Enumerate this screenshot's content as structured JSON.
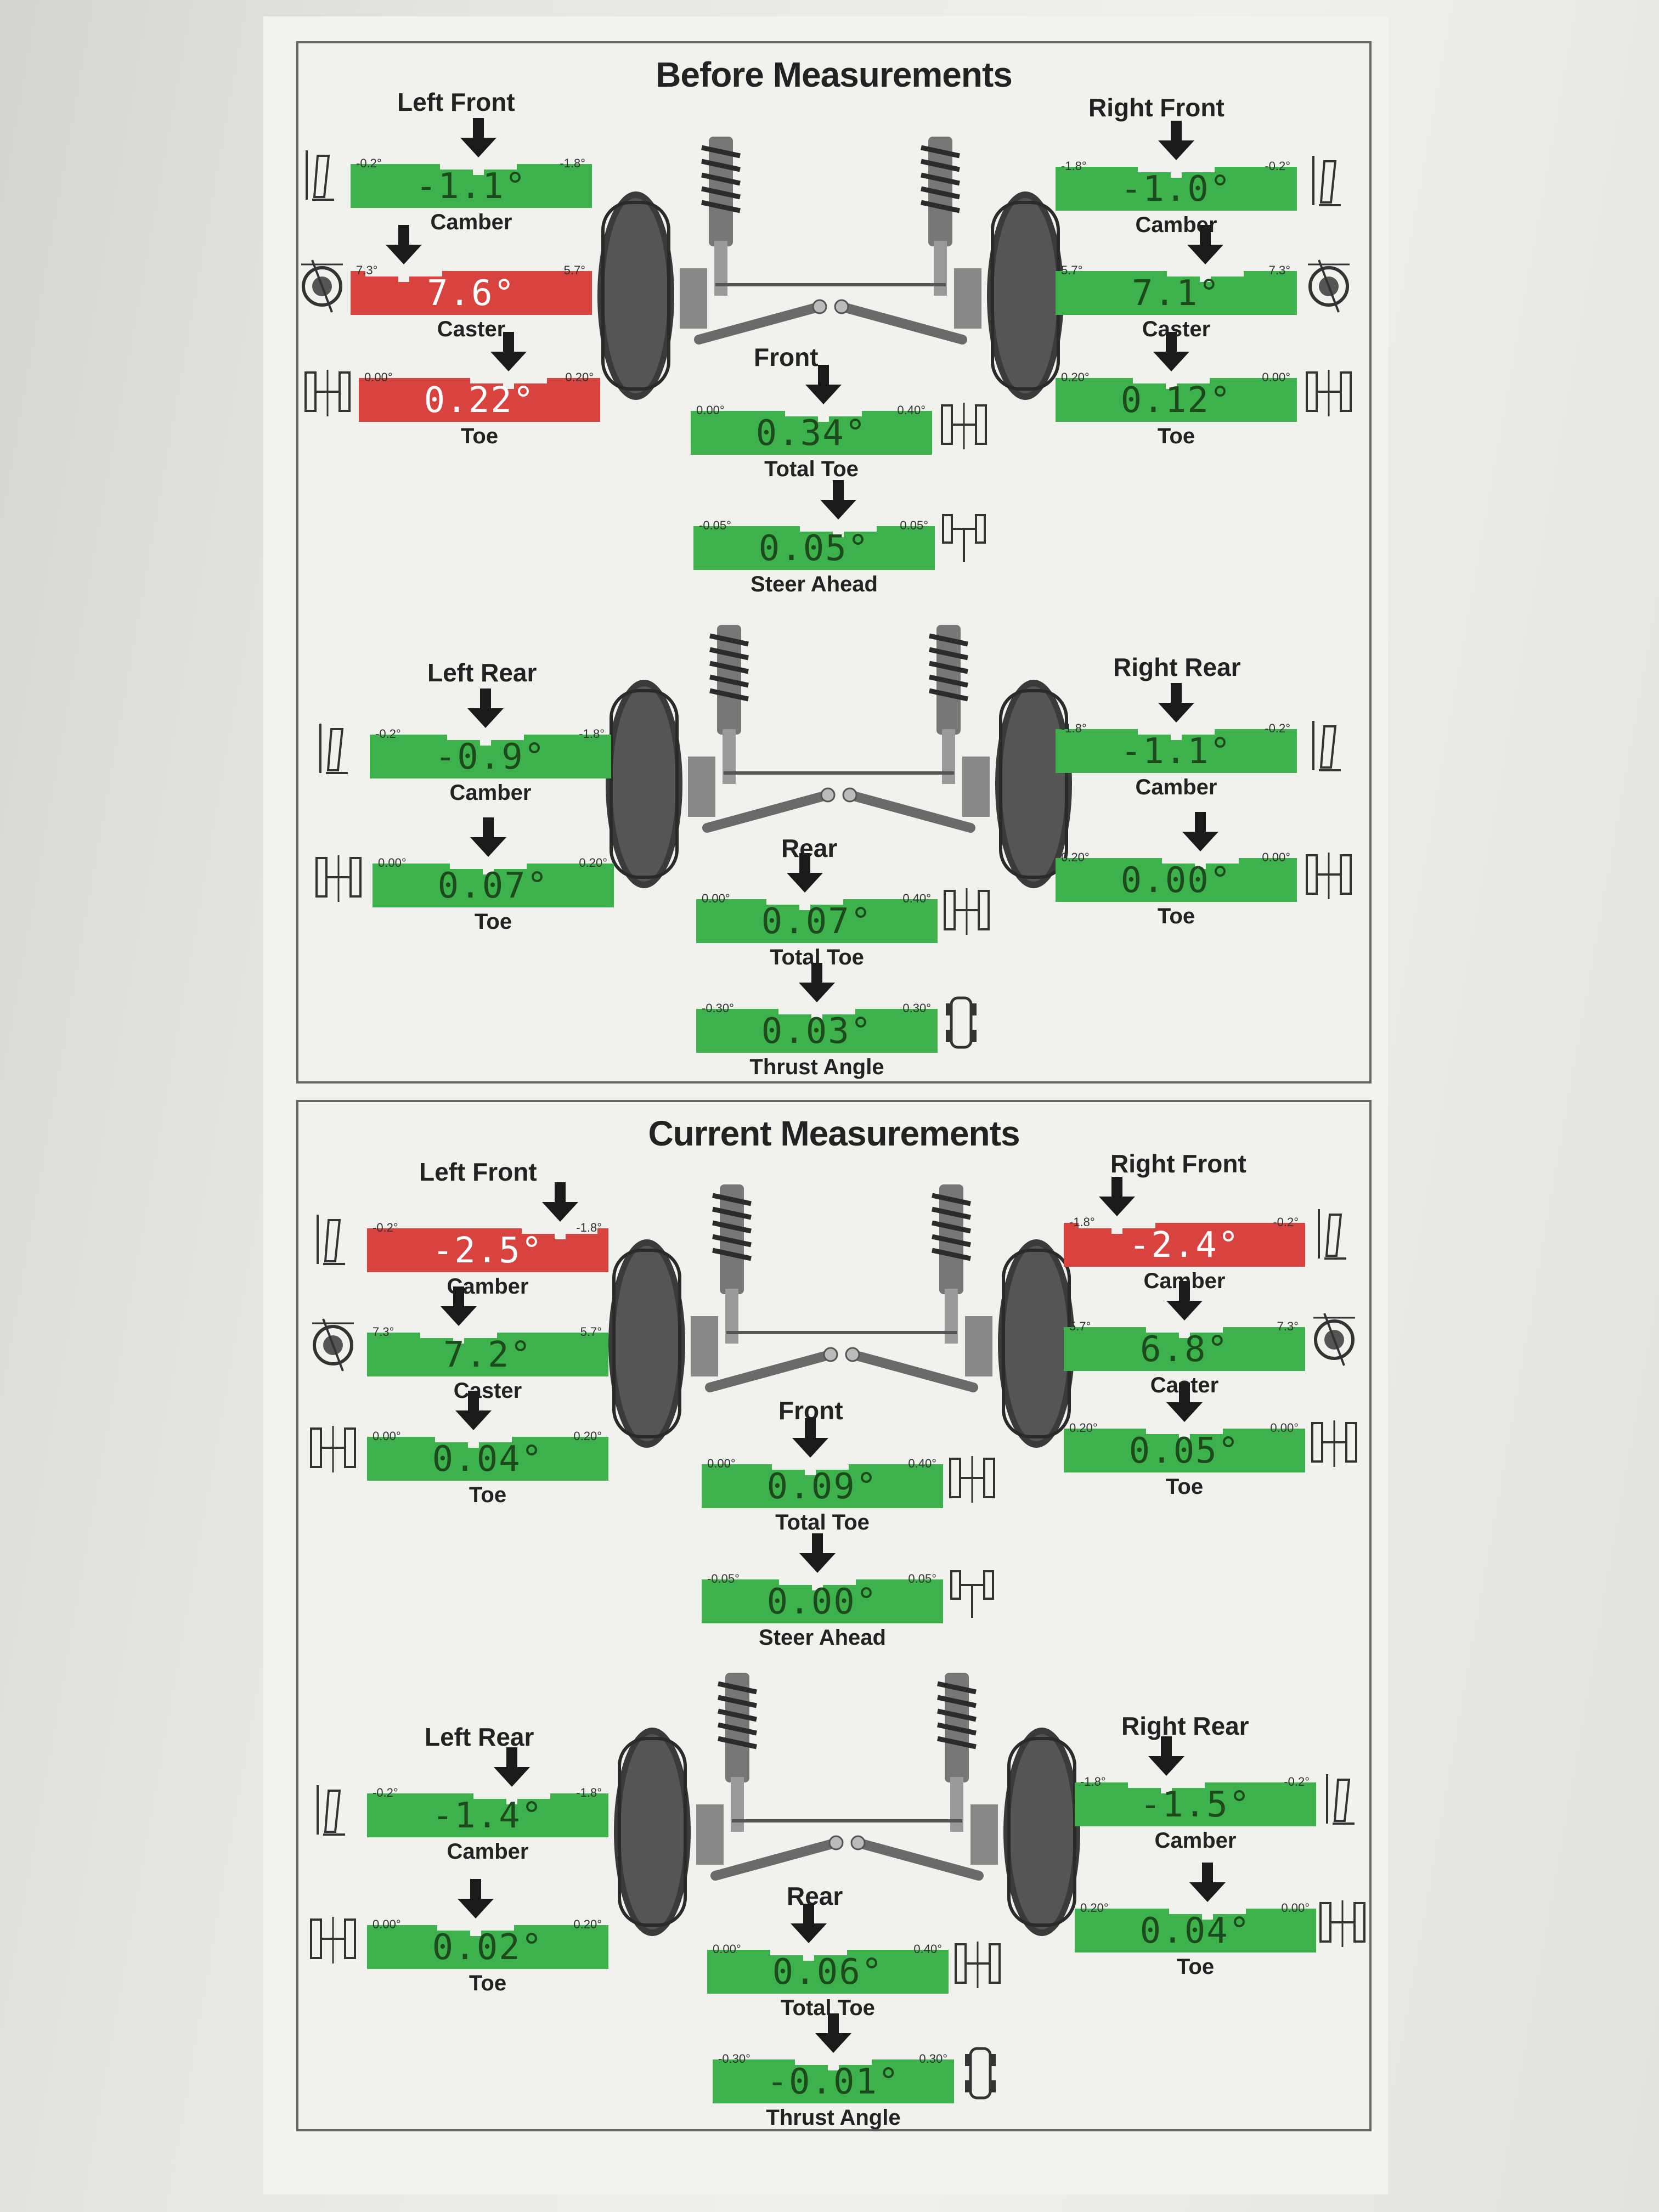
{
  "colors": {
    "ok": "#3db24c",
    "out": "#d9433f",
    "dark": "#1d4a1d"
  },
  "before": {
    "title": "Before Measurements",
    "left_front_label": "Left Front",
    "right_front_label": "Right Front",
    "front_label": "Front",
    "left_rear_label": "Left Rear",
    "right_rear_label": "Right Rear",
    "rear_label": "Rear",
    "gauges": {
      "lf_camber": {
        "min": "-0.2°",
        "max": "-1.8°",
        "value": "-1.1°",
        "caption": "Camber",
        "status": "ok",
        "pointer": 0.53
      },
      "lf_caster": {
        "min": "7.3°",
        "max": "5.7°",
        "value": "7.6°",
        "caption": "Caster",
        "status": "out",
        "pointer": 0.22
      },
      "lf_toe": {
        "min": "0.00°",
        "max": "0.20°",
        "value": "0.22°",
        "caption": "Toe",
        "status": "out",
        "pointer": 0.62
      },
      "rf_camber": {
        "min": "-1.8°",
        "max": "-0.2°",
        "value": "-1.0°",
        "caption": "Camber",
        "status": "ok",
        "pointer": 0.5
      },
      "rf_caster": {
        "min": "5.7°",
        "max": "7.3°",
        "value": "7.1°",
        "caption": "Caster",
        "status": "ok",
        "pointer": 0.62
      },
      "rf_toe": {
        "min": "0.20°",
        "max": "0.00°",
        "value": "0.12°",
        "caption": "Toe",
        "status": "ok",
        "pointer": 0.48
      },
      "front_total_toe": {
        "min": "0.00°",
        "max": "0.40°",
        "value": "0.34°",
        "caption": "Total Toe",
        "status": "ok",
        "pointer": 0.55
      },
      "steer_ahead": {
        "min": "-0.05°",
        "max": "0.05°",
        "value": "0.05°",
        "caption": "Steer Ahead",
        "status": "ok",
        "pointer": 0.6
      },
      "lr_camber": {
        "min": "-0.2°",
        "max": "-1.8°",
        "value": "-0.9°",
        "caption": "Camber",
        "status": "ok",
        "pointer": 0.48
      },
      "lr_toe": {
        "min": "0.00°",
        "max": "0.20°",
        "value": "0.07°",
        "caption": "Toe",
        "status": "ok",
        "pointer": 0.48
      },
      "rr_camber": {
        "min": "-1.8°",
        "max": "-0.2°",
        "value": "-1.1°",
        "caption": "Camber",
        "status": "ok",
        "pointer": 0.5
      },
      "rr_toe": {
        "min": "0.20°",
        "max": "0.00°",
        "value": "0.00°",
        "caption": "Toe",
        "status": "ok",
        "pointer": 0.6
      },
      "rear_total_toe": {
        "min": "0.00°",
        "max": "0.40°",
        "value": "0.07°",
        "caption": "Total Toe",
        "status": "ok",
        "pointer": 0.45
      },
      "thrust_angle": {
        "min": "-0.30°",
        "max": "0.30°",
        "value": "0.03°",
        "caption": "Thrust Angle",
        "status": "ok",
        "pointer": 0.5
      }
    }
  },
  "current": {
    "title": "Current Measurements",
    "left_front_label": "Left Front",
    "right_front_label": "Right Front",
    "front_label": "Front",
    "left_rear_label": "Left Rear",
    "right_rear_label": "Right Rear",
    "rear_label": "Rear",
    "gauges": {
      "lf_camber": {
        "min": "-0.2°",
        "max": "-1.8°",
        "value": "-2.5°",
        "caption": "Camber",
        "status": "out",
        "pointer": 0.8
      },
      "lf_caster": {
        "min": "7.3°",
        "max": "5.7°",
        "value": "7.2°",
        "caption": "Caster",
        "status": "ok",
        "pointer": 0.38
      },
      "lf_toe": {
        "min": "0.00°",
        "max": "0.20°",
        "value": "0.04°",
        "caption": "Toe",
        "status": "ok",
        "pointer": 0.44
      },
      "rf_camber": {
        "min": "-1.8°",
        "max": "-0.2°",
        "value": "-2.4°",
        "caption": "Camber",
        "status": "out",
        "pointer": 0.22
      },
      "rf_caster": {
        "min": "5.7°",
        "max": "7.3°",
        "value": "6.8°",
        "caption": "Caster",
        "status": "ok",
        "pointer": 0.5
      },
      "rf_toe": {
        "min": "0.20°",
        "max": "0.00°",
        "value": "0.05°",
        "caption": "Toe",
        "status": "ok",
        "pointer": 0.5
      },
      "front_total_toe": {
        "min": "0.00°",
        "max": "0.40°",
        "value": "0.09°",
        "caption": "Total Toe",
        "status": "ok",
        "pointer": 0.45
      },
      "steer_ahead": {
        "min": "-0.05°",
        "max": "0.05°",
        "value": "0.00°",
        "caption": "Steer Ahead",
        "status": "ok",
        "pointer": 0.48
      },
      "lr_camber": {
        "min": "-0.2°",
        "max": "-1.8°",
        "value": "-1.4°",
        "caption": "Camber",
        "status": "ok",
        "pointer": 0.6
      },
      "lr_toe": {
        "min": "0.00°",
        "max": "0.20°",
        "value": "0.02°",
        "caption": "Toe",
        "status": "ok",
        "pointer": 0.45
      },
      "rr_camber": {
        "min": "-1.8°",
        "max": "-0.2°",
        "value": "-1.5°",
        "caption": "Camber",
        "status": "ok",
        "pointer": 0.38
      },
      "rr_toe": {
        "min": "0.20°",
        "max": "0.00°",
        "value": "0.04°",
        "caption": "Toe",
        "status": "ok",
        "pointer": 0.55
      },
      "rear_total_toe": {
        "min": "0.00°",
        "max": "0.40°",
        "value": "0.06°",
        "caption": "Total Toe",
        "status": "ok",
        "pointer": 0.42
      },
      "thrust_angle": {
        "min": "-0.30°",
        "max": "0.30°",
        "value": "-0.01°",
        "caption": "Thrust Angle",
        "status": "ok",
        "pointer": 0.5
      }
    }
  }
}
